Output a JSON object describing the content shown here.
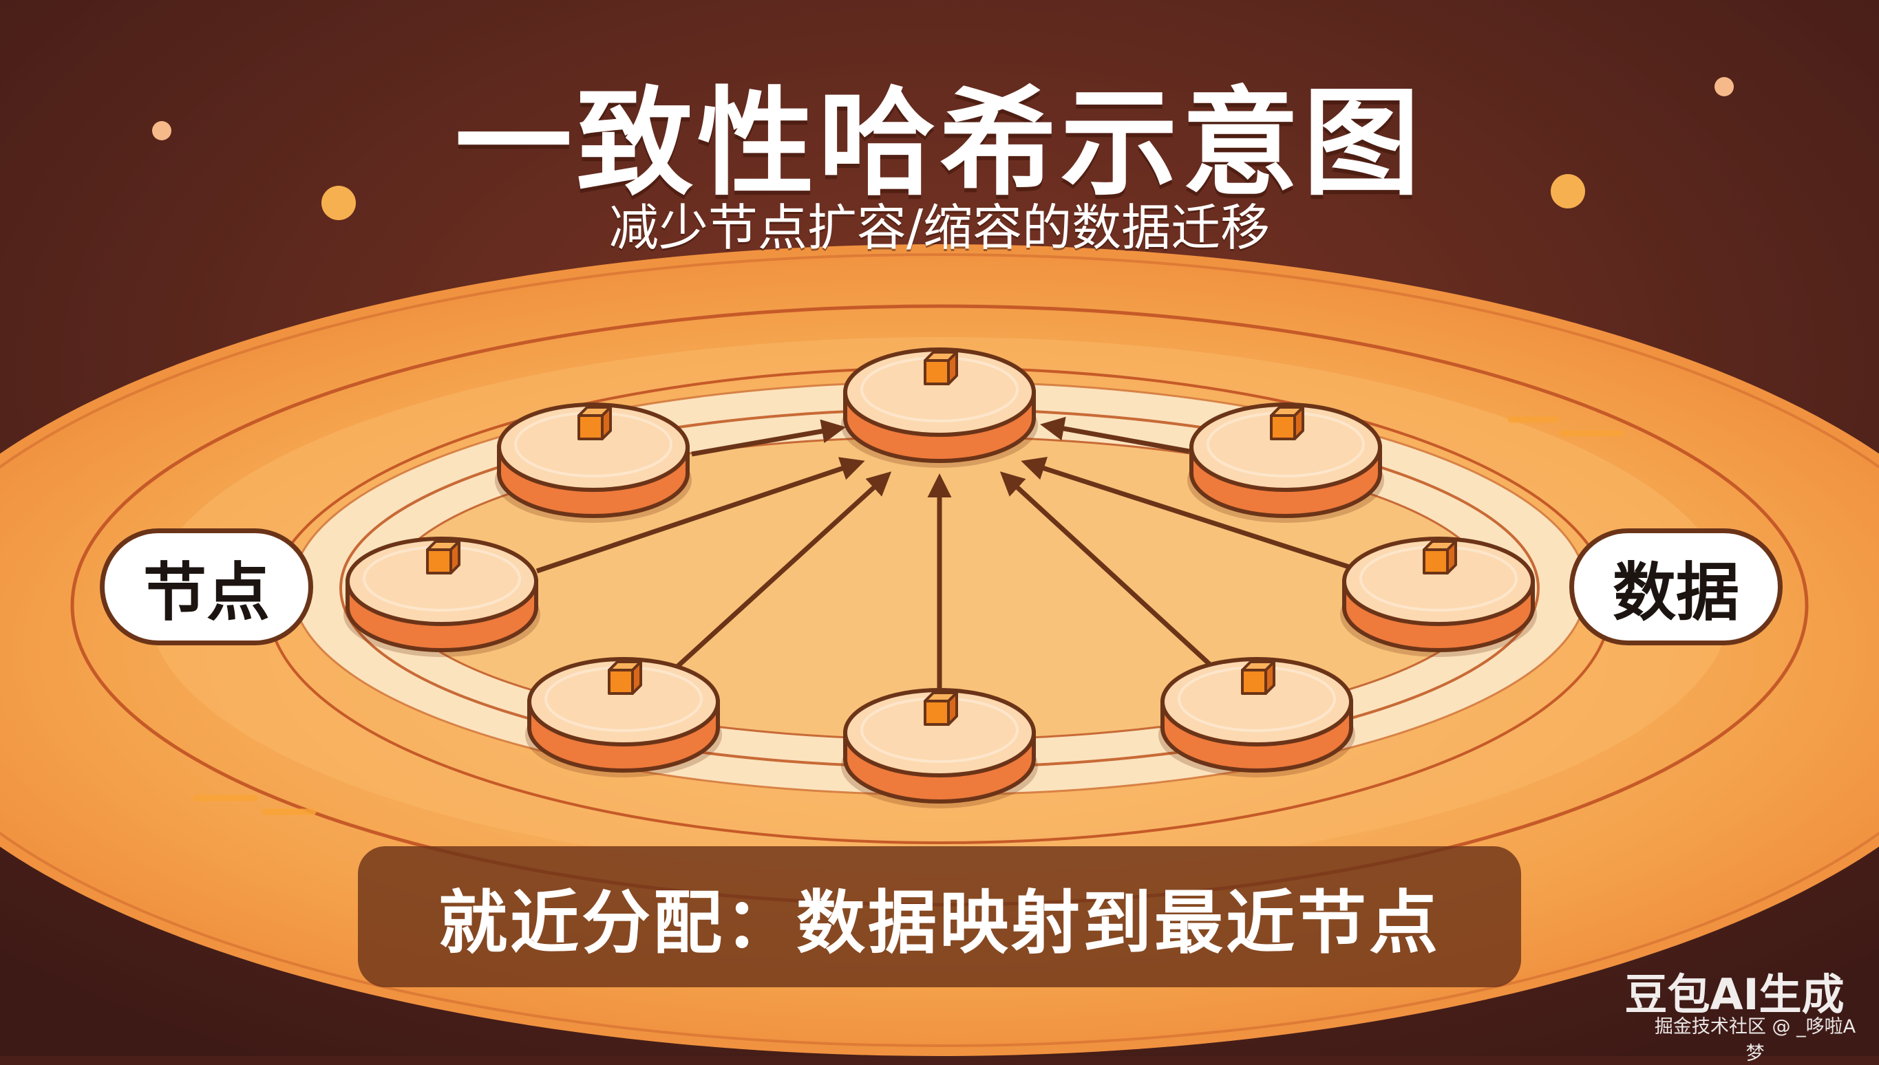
{
  "title": "一致性哈希示意图",
  "subtitle": "减少节点扩容/缩容的数据迁移",
  "labels": {
    "left": "节点",
    "right": "数据"
  },
  "caption": "就近分配：数据映射到最近节点",
  "watermark": {
    "brand": "豆包AI生成",
    "credit": "掘金技术社区 @ _哆啦A梦"
  },
  "colors": {
    "background_dark": "#4a1f1a",
    "disc_orange": "#f4a04a",
    "ring_cream": "#fbe3be",
    "node_top": "#fcd9b0",
    "node_side": "#ee7a3c",
    "cube": "#f58a1f",
    "outline": "#6b3418",
    "arrow": "#6b3418"
  },
  "nodes": [
    {
      "name": "node-top",
      "icon": "cube-icon"
    },
    {
      "name": "node-upper-left",
      "icon": "cube-icon"
    },
    {
      "name": "node-upper-right",
      "icon": "cube-icon"
    },
    {
      "name": "node-left",
      "icon": "cube-icon"
    },
    {
      "name": "node-right",
      "icon": "cube-icon"
    },
    {
      "name": "node-lower-left",
      "icon": "cube-icon"
    },
    {
      "name": "node-lower-right",
      "icon": "cube-icon"
    },
    {
      "name": "node-bottom",
      "icon": "cube-icon"
    }
  ]
}
